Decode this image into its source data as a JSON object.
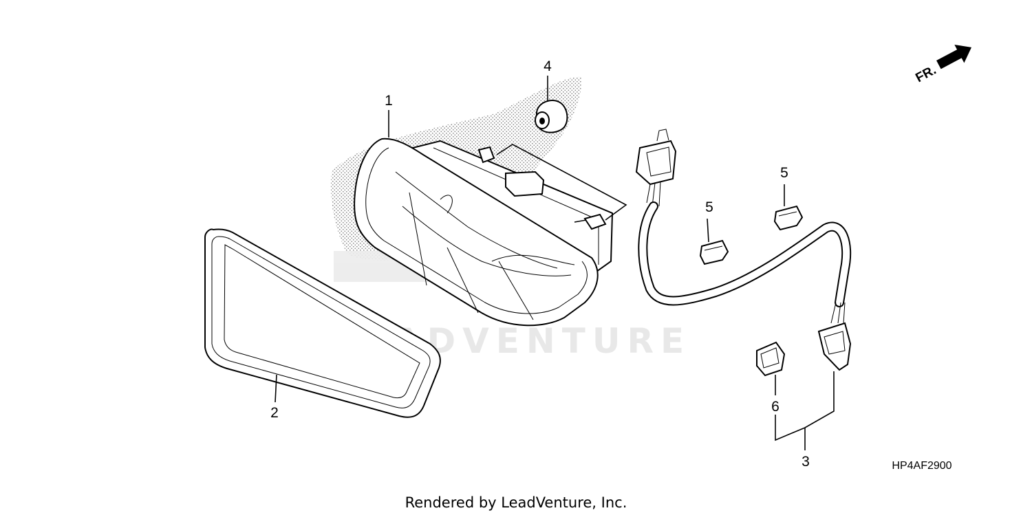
{
  "diagram": {
    "callouts": [
      {
        "id": "1",
        "label": "1"
      },
      {
        "id": "2",
        "label": "2"
      },
      {
        "id": "3",
        "label": "3"
      },
      {
        "id": "4",
        "label": "4"
      },
      {
        "id": "5a",
        "label": "5"
      },
      {
        "id": "5b",
        "label": "5"
      },
      {
        "id": "6",
        "label": "6"
      }
    ],
    "direction_label": "FR.",
    "diagram_code": "HP4AF2900",
    "watermark": "LEADVENTURE",
    "footer": "Rendered by LeadVenture, Inc."
  }
}
